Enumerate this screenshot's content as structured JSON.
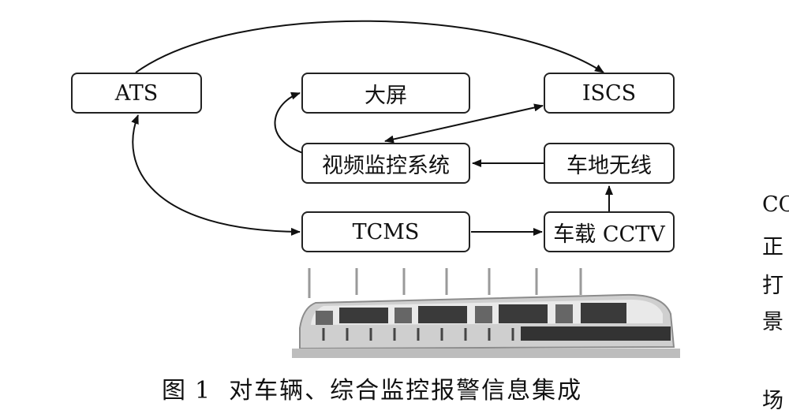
{
  "diagram": {
    "nodes": {
      "ats": "ATS",
      "big_screen": "大屏",
      "iscs": "ISCS",
      "video": "视频监控系统",
      "wireless": "车地无线",
      "tcms": "TCMS",
      "cctv": "车载 CCTV"
    },
    "edges": [
      {
        "from": "ATS",
        "to": "ISCS",
        "style": "curved-top"
      },
      {
        "from": "ATS",
        "to": "TCMS",
        "bidirectional": true
      },
      {
        "from": "视频监控系统",
        "to": "大屏"
      },
      {
        "from": "ISCS",
        "to": "视频监控系统",
        "bidirectional": true
      },
      {
        "from": "车地无线",
        "to": "视频监控系统"
      },
      {
        "from": "TCMS",
        "to": "车载 CCTV"
      },
      {
        "from": "车载 CCTV",
        "to": "车地无线"
      }
    ]
  },
  "caption": {
    "figure": "图",
    "number": "1",
    "text": "对车辆、综合监控报警信息集成"
  },
  "side_text": [
    "CC",
    "正",
    "打",
    "景",
    "场"
  ]
}
